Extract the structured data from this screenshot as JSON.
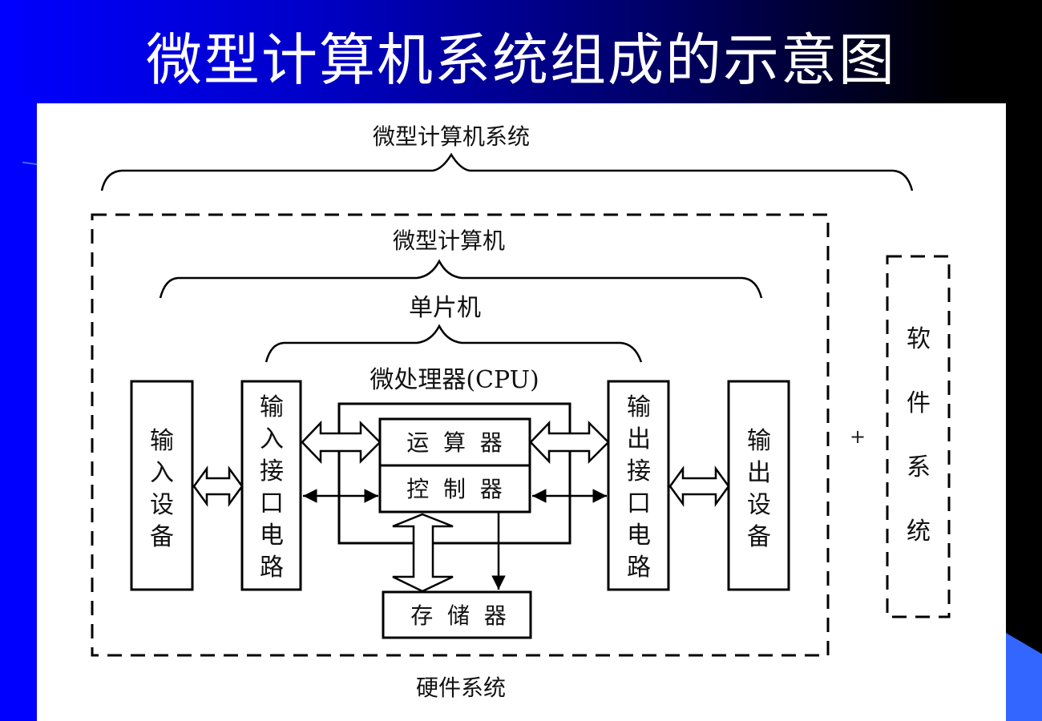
{
  "slide": {
    "title": "微型计算机系统组成的示意图"
  },
  "diagram": {
    "labels": {
      "system": "微型计算机系统",
      "microcomputer": "微型计算机",
      "single_chip": "单片机",
      "cpu": "微处理器(CPU)",
      "hardware": "硬件系统",
      "plus": "+"
    },
    "blocks": {
      "input_device": [
        "输",
        "入",
        "设",
        "备"
      ],
      "input_interface": [
        "输",
        "入",
        "接",
        "口",
        "电",
        "路"
      ],
      "alu": "运  算  器",
      "controller": "控  制  器",
      "memory": "存  储  器",
      "output_interface": [
        "输",
        "出",
        "接",
        "口",
        "电",
        "路"
      ],
      "output_device": [
        "输",
        "出",
        "设",
        "备"
      ],
      "software": [
        "软",
        "件",
        "系",
        "统"
      ]
    }
  }
}
